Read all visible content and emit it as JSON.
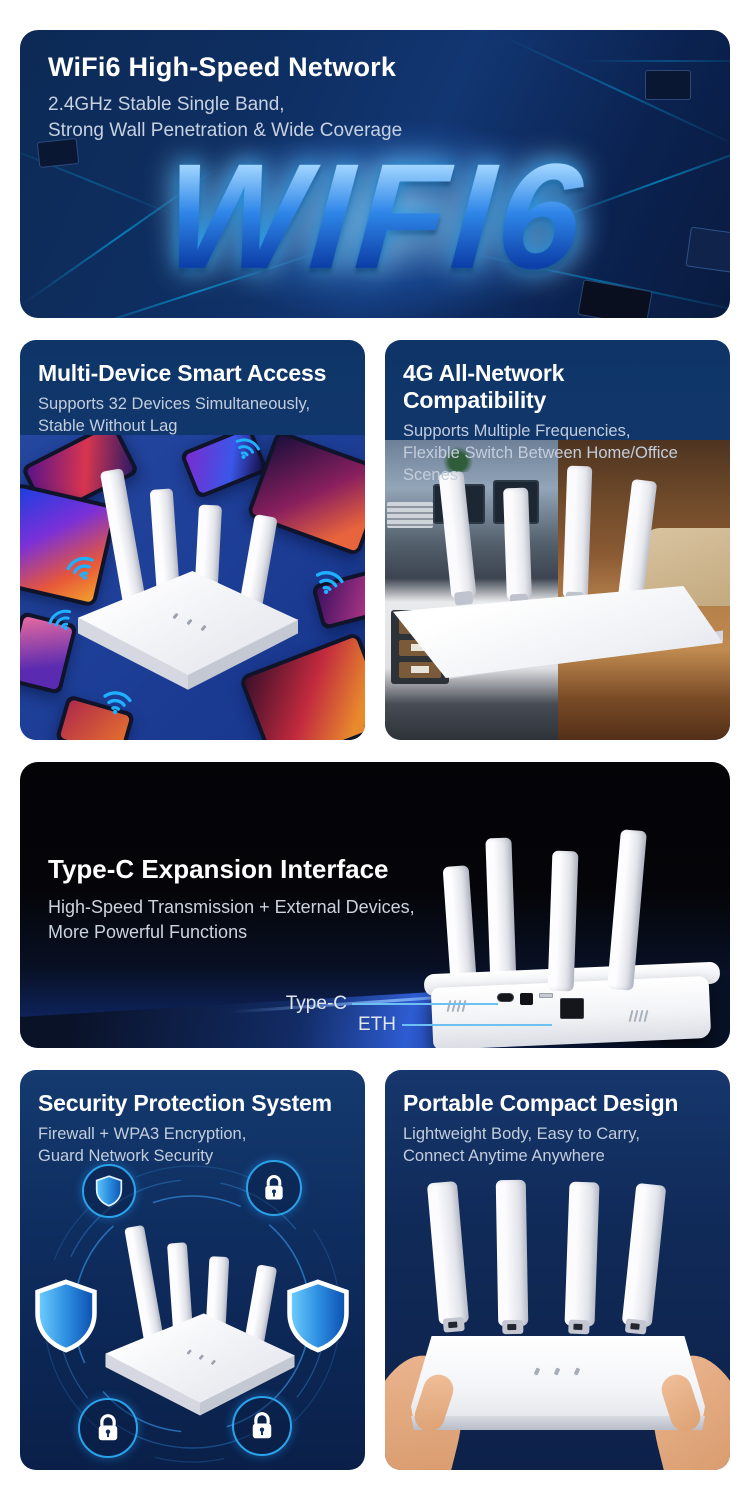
{
  "page": {
    "background": "#ffffff"
  },
  "hero": {
    "title": "WiFi6 High-Speed Network",
    "subtitle_line1": "2.4GHz Stable Single Band,",
    "subtitle_line2": "Strong Wall Penetration & Wide Coverage",
    "big_text": "WIFI6",
    "scene": "3D chrome WIFI6 letters glowing on a blue circuit board"
  },
  "multi_device": {
    "title": "Multi-Device Smart Access",
    "subtitle_line1": "Supports 32 Devices Simultaneously,",
    "subtitle_line2": "Stable Without Lag",
    "scene": "White 4-antenna router surrounded by phones and tablets with wifi signals on royal blue"
  },
  "compatibility": {
    "title": "4G All-Network Compatibility",
    "subtitle_line1": "Supports Multiple Frequencies,",
    "subtitle_line2": "Flexible Switch Between Home/Office Scenes",
    "scene": "Router on desk, split scene: cool office left, warm home right"
  },
  "type_c": {
    "title": "Type-C Expansion Interface",
    "subtitle_line1": "High-Speed Transmission + External Devices,",
    "subtitle_line2": "More Powerful Functions",
    "label_type_c": "Type-C",
    "label_eth": "ETH",
    "scene": "Rear view of white router showing Type-C and Ethernet ports"
  },
  "security": {
    "title": "Security Protection System",
    "subtitle_line1": "Firewall + WPA3 Encryption,",
    "subtitle_line2": "Guard Network Security",
    "scene": "Router encircled by shield and padlock icons"
  },
  "portable": {
    "title": "Portable Compact Design",
    "subtitle_line1": "Lightweight Body, Easy to Carry,",
    "subtitle_line2": "Connect Anytime Anywhere",
    "scene": "Two hands holding the white 4-antenna router"
  },
  "colors": {
    "accent_cyan": "#2cb9ff",
    "header_navy": "#0f3568",
    "royal_blue": "#1e3f9a",
    "hero_navy": "#0d2a55",
    "typec_black": "#050407",
    "desk_blue": "#2e5cd2",
    "panel_navy_bottom": "#0a2049",
    "subtitle_gray": "#c3cddc",
    "white": "#ffffff"
  },
  "icons": [
    "wifi-icon",
    "shield-icon",
    "lock-icon",
    "antenna",
    "typec-port",
    "eth-port"
  ]
}
